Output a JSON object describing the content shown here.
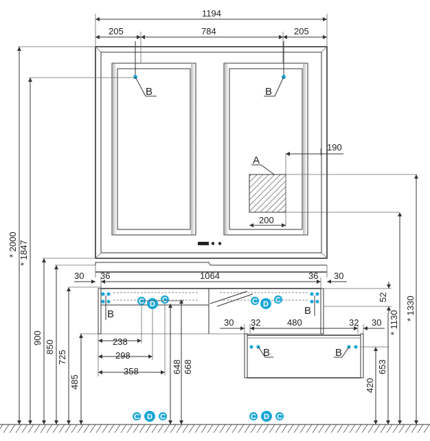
{
  "colors": {
    "accent": "#1aa6d6",
    "line": "#333333"
  },
  "dimensions": {
    "overall_width": "1194",
    "mirror_side_left": "205",
    "mirror_middle": "784",
    "mirror_side_right": "205",
    "cabinet_left_30": "30",
    "cabinet_left_36": "36",
    "cabinet_width": "1064",
    "cabinet_right_36": "36",
    "cabinet_right_30": "30",
    "shelf_left_30": "30",
    "shelf_left_32": "32",
    "shelf_width": "480",
    "shelf_right_32": "32",
    "shelf_right_30": "30",
    "square_190": "190",
    "square_200": "200",
    "dim_52": "52",
    "h_2000": "* 2000",
    "h_1847": "* 1847",
    "h_900": "900",
    "h_850": "850",
    "h_725": "725",
    "h_485": "485",
    "h_238": "238",
    "h_298": "298",
    "h_358": "358",
    "h_648": "648",
    "h_668": "668",
    "h_420": "420",
    "h_653": "653",
    "h_1130": "* 1130",
    "h_1330": "* 1330"
  },
  "labels": {
    "A": "A",
    "B": "B",
    "C": "C",
    "D": "D"
  }
}
